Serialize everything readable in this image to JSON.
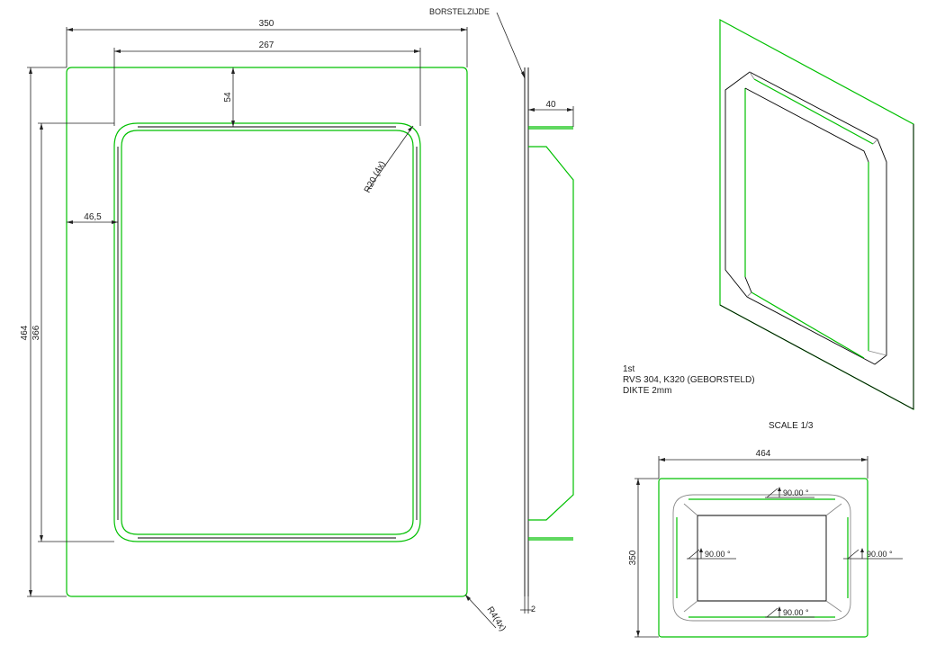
{
  "colors": {
    "outline": "#00c000",
    "dimension": "#222222",
    "hidden": "#8a8a8a"
  },
  "front_view": {
    "dim_outer_width": "350",
    "dim_inner_width": "267",
    "dim_top_margin": "54",
    "dim_side_margin": "46,5",
    "dim_outer_height": "464",
    "dim_inner_height": "366",
    "radius_inner": "R20 (4x)",
    "radius_outer": "R4(4x)"
  },
  "side_view": {
    "brush_side": "BORSTELZIJDE",
    "dim_depth": "40",
    "dim_thickness": "2"
  },
  "notes": {
    "line1": "1st",
    "line2": "RVS 304, K320 (GEBORSTELD)",
    "line3": "DIKTE 2mm",
    "scale": "SCALE   1/3"
  },
  "top_view": {
    "dim_width": "464",
    "dim_height": "350",
    "angle_top": "90.00 °",
    "angle_left": "90.00 °",
    "angle_right": "90.00 °",
    "angle_bottom": "90.00 °"
  }
}
